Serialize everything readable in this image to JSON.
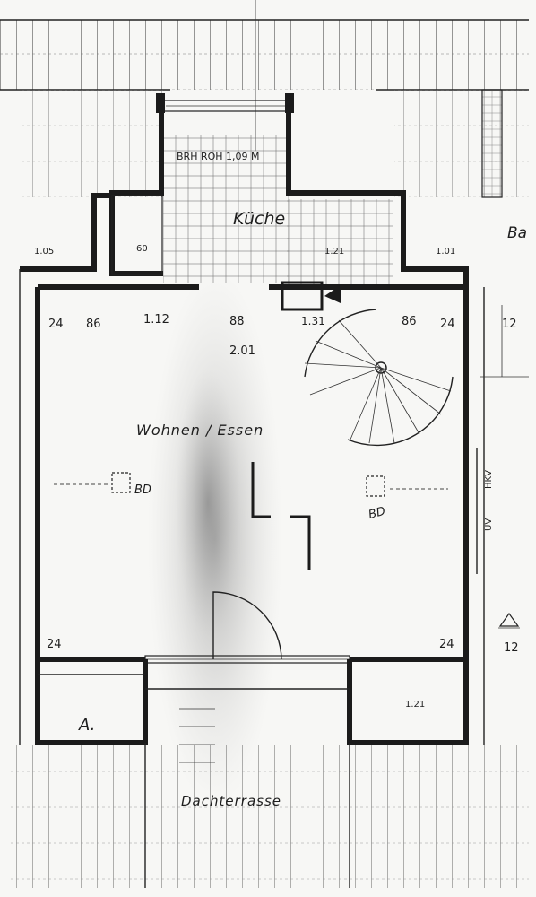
{
  "header": {
    "parapet_note": "BRH ROH 1,09 M"
  },
  "rooms": {
    "kitchen": "Küche",
    "living": "Wohnen / Essen",
    "terrace": "Dachterrasse",
    "storage": "A.",
    "bath_fragment": "Ba"
  },
  "dimensions": {
    "left_knee": "1.05",
    "niche": "60",
    "kitchen_window": "1.21",
    "right_knee": "1.01",
    "top_left_24": "24",
    "top_86_left": "86",
    "top_112": "1.12",
    "top_88": "88",
    "height_201": "2.01",
    "top_131": "1.31",
    "top_86_right": "86",
    "top_right_24": "24",
    "right_edge_12": "12",
    "bottom_left_24": "24",
    "bottom_right_24": "24",
    "terrace_right": "1.21",
    "right_edge_12b": "12"
  },
  "symbols": {
    "vent_left": "BD",
    "vent_right": "BD",
    "wall_label_hkv": "HKV",
    "wall_label_uv": "UV"
  }
}
